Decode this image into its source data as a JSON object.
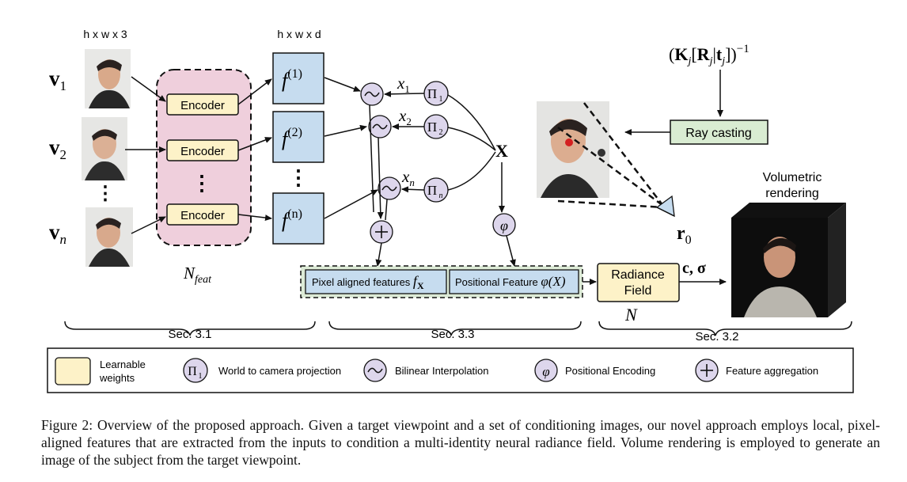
{
  "diagram": {
    "dims_input": "h x w x 3",
    "dims_feat": "h x w x d",
    "inputs": [
      {
        "base": "v",
        "sub": "1"
      },
      {
        "base": "v",
        "sub": "2"
      },
      {
        "base": "v",
        "sub": "n"
      }
    ],
    "encoder_label": "Encoder",
    "feature_maps": [
      {
        "base": "f",
        "sup": "(1)"
      },
      {
        "base": "f",
        "sup": "(2)"
      },
      {
        "base": "f",
        "sup": "(n)"
      }
    ],
    "projections": [
      {
        "x": "x",
        "xsub": "1",
        "pi": "Π",
        "pisub": "1"
      },
      {
        "x": "x",
        "xsub": "2",
        "pi": "Π",
        "pisub": "2"
      },
      {
        "x": "x",
        "xsub": "n",
        "pi": "Π",
        "pisub": "n"
      }
    ],
    "point_label": "X",
    "phi_symbol": "φ",
    "nfeat": {
      "base": "N",
      "sub": "feat"
    },
    "pixel_aligned": {
      "text": "Pixel aligned features ",
      "sym": "f",
      "sub": "X"
    },
    "positional": {
      "text": "Positional Feature ",
      "expr": "φ(X)"
    },
    "radiance_field": [
      "Radiance",
      "Field"
    ],
    "radiance_symbol": "N",
    "output_symbols": "c, σ",
    "camera_matrix": "(K",
    "camera_matrix_parts": {
      "k": "K",
      "j": "j",
      "r": "R",
      "t": "t",
      "exp": "−1"
    },
    "ray_casting": "Ray casting",
    "ray_origin": {
      "base": "r",
      "sub": "0"
    },
    "volumetric_rendering": [
      "Volumetric",
      "rendering"
    ],
    "sections": [
      "Sec. 3.1",
      "Sec. 3.3",
      "Sec. 3.2"
    ]
  },
  "legend": {
    "learnable": [
      "Learnable",
      "weights"
    ],
    "projection_symbol": "Π",
    "projection_sub": "1",
    "projection": "World to camera projection",
    "bilinear": "Bilinear Interpolation",
    "positional_symbol": "φ",
    "positional": "Positional Encoding",
    "aggregation": "Feature aggregation"
  },
  "caption": "Figure 2: Overview of the proposed approach. Given a target viewpoint and a set of conditioning images, our novel approach employs local, pixel-aligned features that are extracted from the inputs to condition a multi-identity neural radiance field. Volume rendering is employed to generate an image of the subject from the target viewpoint.",
  "colors": {
    "encoder_fill": "#fdf2c8",
    "feat_group_fill": "#efcfdc",
    "feature_map_fill": "#c6dcef",
    "op_circle_fill": "#ddd6ec",
    "green_group_fill": "#dcead6",
    "ray_box_fill": "#d9ecd2"
  }
}
